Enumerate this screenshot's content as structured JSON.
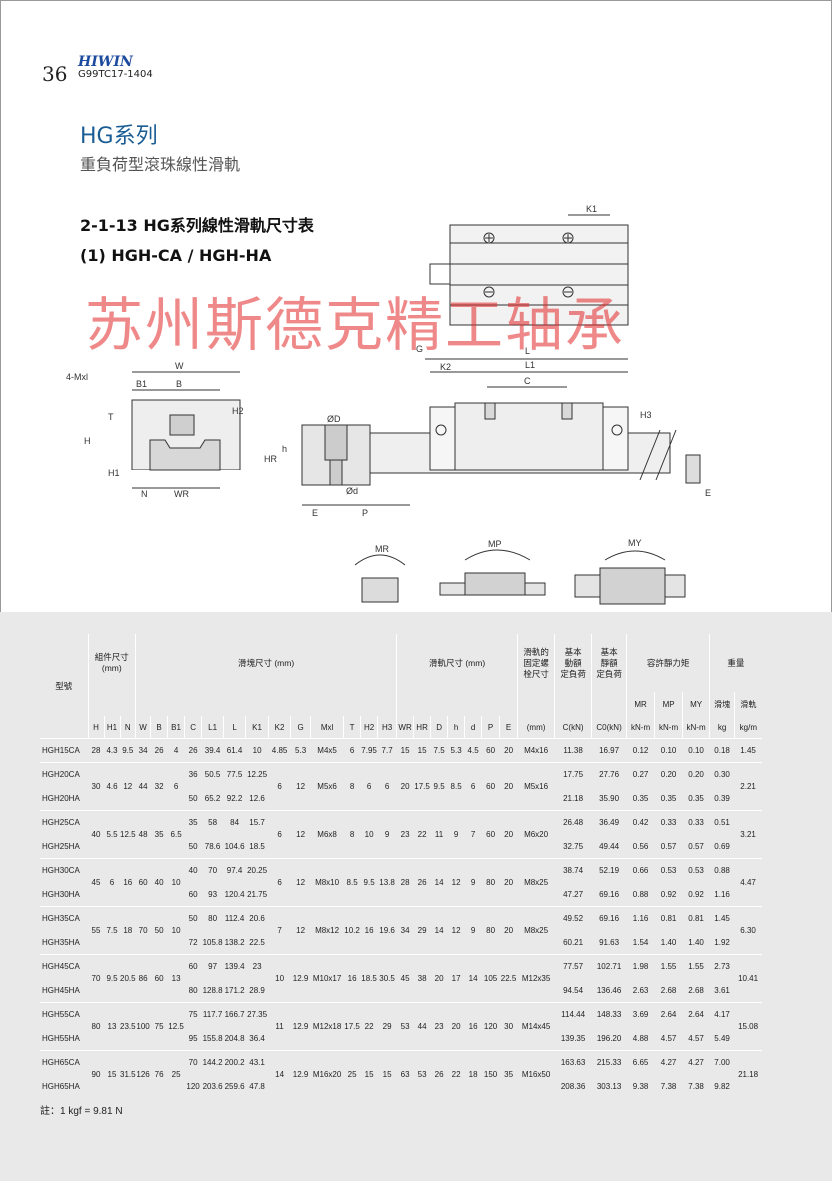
{
  "header": {
    "page_number": "36",
    "brand": "HIWIN",
    "catalog": "G99TC17-1404"
  },
  "title": {
    "series": "HG系列",
    "subtitle": "重負荷型滾珠線性滑軌"
  },
  "section": {
    "title": "2-1-13 HG系列線性滑軌尺寸表",
    "subtitle": "(1) HGH-CA / HGH-HA"
  },
  "watermark": "苏州斯德克精工轴承",
  "drawing_labels": {
    "front": {
      "mxl": "4-Mxl",
      "b1": "B1",
      "b": "B",
      "w": "W",
      "t": "T",
      "h2": "H2",
      "h": "H",
      "h1": "H1",
      "n": "N",
      "wr": "WR"
    },
    "side": {
      "g": "G",
      "k2": "K2",
      "l": "L",
      "l1": "L1",
      "c": "C",
      "h3": "H3",
      "k1": "K1",
      "e": "E"
    },
    "rail": {
      "od": "ØD",
      "h": "h",
      "hr": "HR",
      "d": "Ød",
      "e": "E",
      "p": "P"
    },
    "moments": {
      "mr": "MR",
      "mp": "MP",
      "my": "MY"
    }
  },
  "table": {
    "group_headers": {
      "model": "型號",
      "assembly": "組件尺寸\n(mm)",
      "block": "滑塊尺寸 (mm)",
      "rail": "滑軌尺寸 (mm)",
      "bolt": "滑軌的\n固定螺\n栓尺寸",
      "dynamic": "基本\n動額\n定負荷",
      "static": "基本\n靜額\n定負荷",
      "moment": "容許靜力矩",
      "weight": "重量"
    },
    "moment_sub": [
      "MR",
      "MP",
      "MY"
    ],
    "weight_sub": [
      "滑塊",
      "滑軌"
    ],
    "columns": [
      "H",
      "H1",
      "N",
      "W",
      "B",
      "B1",
      "C",
      "L1",
      "L",
      "K1",
      "K2",
      "G",
      "Mxl",
      "T",
      "H2",
      "H3",
      "WR",
      "HR",
      "D",
      "h",
      "d",
      "P",
      "E",
      "(mm)",
      "C(kN)",
      "C0(kN)",
      "kN-m",
      "kN-m",
      "kN-m",
      "kg",
      "kg/m"
    ],
    "groups": [
      {
        "rows": [
          {
            "model": "HGH15CA",
            "H": "28",
            "H1": "4.3",
            "N": "9.5",
            "W": "34",
            "B": "26",
            "B1": "4",
            "C": "26",
            "L1": "39.4",
            "L": "61.4",
            "K1": "10",
            "K2": "4.85",
            "G": "5.3",
            "Mxl": "M4x5",
            "T": "6",
            "H2": "7.95",
            "H3": "7.7",
            "WR": "15",
            "HR": "15",
            "D": "7.5",
            "h": "5.3",
            "d": "4.5",
            "P": "60",
            "E": "20",
            "bolt": "M4x16",
            "Cdyn": "11.38",
            "C0": "16.97",
            "MR": "0.12",
            "MP": "0.10",
            "MY": "0.10",
            "kg": "0.18",
            "kgm": "1.45"
          }
        ]
      },
      {
        "rows": [
          {
            "model": "HGH20CA",
            "H": "30",
            "H1": "4.6",
            "N": "12",
            "W": "44",
            "B": "32",
            "B1": "6",
            "C": "36",
            "L1": "50.5",
            "L": "77.5",
            "K1": "12.25",
            "K2": "6",
            "G": "12",
            "Mxl": "M5x6",
            "T": "8",
            "H2": "6",
            "H3": "6",
            "WR": "20",
            "HR": "17.5",
            "D": "9.5",
            "h": "8.5",
            "d": "6",
            "P": "60",
            "E": "20",
            "bolt": "M5x16",
            "Cdyn": "17.75",
            "C0": "27.76",
            "MR": "0.27",
            "MP": "0.20",
            "MY": "0.20",
            "kg": "0.30",
            "kgm": "2.21"
          },
          {
            "model": "HGH20HA",
            "C": "50",
            "L1": "65.2",
            "L": "92.2",
            "K1": "12.6",
            "Cdyn": "21.18",
            "C0": "35.90",
            "MR": "0.35",
            "MP": "0.35",
            "MY": "0.35",
            "kg": "0.39"
          }
        ]
      },
      {
        "rows": [
          {
            "model": "HGH25CA",
            "H": "40",
            "H1": "5.5",
            "N": "12.5",
            "W": "48",
            "B": "35",
            "B1": "6.5",
            "C": "35",
            "L1": "58",
            "L": "84",
            "K1": "15.7",
            "K2": "6",
            "G": "12",
            "Mxl": "M6x8",
            "T": "8",
            "H2": "10",
            "H3": "9",
            "WR": "23",
            "HR": "22",
            "D": "11",
            "h": "9",
            "d": "7",
            "P": "60",
            "E": "20",
            "bolt": "M6x20",
            "Cdyn": "26.48",
            "C0": "36.49",
            "MR": "0.42",
            "MP": "0.33",
            "MY": "0.33",
            "kg": "0.51",
            "kgm": "3.21"
          },
          {
            "model": "HGH25HA",
            "C": "50",
            "L1": "78.6",
            "L": "104.6",
            "K1": "18.5",
            "Cdyn": "32.75",
            "C0": "49.44",
            "MR": "0.56",
            "MP": "0.57",
            "MY": "0.57",
            "kg": "0.69"
          }
        ]
      },
      {
        "rows": [
          {
            "model": "HGH30CA",
            "H": "45",
            "H1": "6",
            "N": "16",
            "W": "60",
            "B": "40",
            "B1": "10",
            "C": "40",
            "L1": "70",
            "L": "97.4",
            "K1": "20.25",
            "K2": "6",
            "G": "12",
            "Mxl": "M8x10",
            "T": "8.5",
            "H2": "9.5",
            "H3": "13.8",
            "WR": "28",
            "HR": "26",
            "D": "14",
            "h": "12",
            "d": "9",
            "P": "80",
            "E": "20",
            "bolt": "M8x25",
            "Cdyn": "38.74",
            "C0": "52.19",
            "MR": "0.66",
            "MP": "0.53",
            "MY": "0.53",
            "kg": "0.88",
            "kgm": "4.47"
          },
          {
            "model": "HGH30HA",
            "C": "60",
            "L1": "93",
            "L": "120.4",
            "K1": "21.75",
            "Cdyn": "47.27",
            "C0": "69.16",
            "MR": "0.88",
            "MP": "0.92",
            "MY": "0.92",
            "kg": "1.16"
          }
        ]
      },
      {
        "rows": [
          {
            "model": "HGH35CA",
            "H": "55",
            "H1": "7.5",
            "N": "18",
            "W": "70",
            "B": "50",
            "B1": "10",
            "C": "50",
            "L1": "80",
            "L": "112.4",
            "K1": "20.6",
            "K2": "7",
            "G": "12",
            "Mxl": "M8x12",
            "T": "10.2",
            "H2": "16",
            "H3": "19.6",
            "WR": "34",
            "HR": "29",
            "D": "14",
            "h": "12",
            "d": "9",
            "P": "80",
            "E": "20",
            "bolt": "M8x25",
            "Cdyn": "49.52",
            "C0": "69.16",
            "MR": "1.16",
            "MP": "0.81",
            "MY": "0.81",
            "kg": "1.45",
            "kgm": "6.30"
          },
          {
            "model": "HGH35HA",
            "C": "72",
            "L1": "105.8",
            "L": "138.2",
            "K1": "22.5",
            "Cdyn": "60.21",
            "C0": "91.63",
            "MR": "1.54",
            "MP": "1.40",
            "MY": "1.40",
            "kg": "1.92"
          }
        ]
      },
      {
        "rows": [
          {
            "model": "HGH45CA",
            "H": "70",
            "H1": "9.5",
            "N": "20.5",
            "W": "86",
            "B": "60",
            "B1": "13",
            "C": "60",
            "L1": "97",
            "L": "139.4",
            "K1": "23",
            "K2": "10",
            "G": "12.9",
            "Mxl": "M10x17",
            "T": "16",
            "H2": "18.5",
            "H3": "30.5",
            "WR": "45",
            "HR": "38",
            "D": "20",
            "h": "17",
            "d": "14",
            "P": "105",
            "E": "22.5",
            "bolt": "M12x35",
            "Cdyn": "77.57",
            "C0": "102.71",
            "MR": "1.98",
            "MP": "1.55",
            "MY": "1.55",
            "kg": "2.73",
            "kgm": "10.41"
          },
          {
            "model": "HGH45HA",
            "C": "80",
            "L1": "128.8",
            "L": "171.2",
            "K1": "28.9",
            "Cdyn": "94.54",
            "C0": "136.46",
            "MR": "2.63",
            "MP": "2.68",
            "MY": "2.68",
            "kg": "3.61"
          }
        ]
      },
      {
        "rows": [
          {
            "model": "HGH55CA",
            "H": "80",
            "H1": "13",
            "N": "23.5",
            "W": "100",
            "B": "75",
            "B1": "12.5",
            "C": "75",
            "L1": "117.7",
            "L": "166.7",
            "K1": "27.35",
            "K2": "11",
            "G": "12.9",
            "Mxl": "M12x18",
            "T": "17.5",
            "H2": "22",
            "H3": "29",
            "WR": "53",
            "HR": "44",
            "D": "23",
            "h": "20",
            "d": "16",
            "P": "120",
            "E": "30",
            "bolt": "M14x45",
            "Cdyn": "114.44",
            "C0": "148.33",
            "MR": "3.69",
            "MP": "2.64",
            "MY": "2.64",
            "kg": "4.17",
            "kgm": "15.08"
          },
          {
            "model": "HGH55HA",
            "C": "95",
            "L1": "155.8",
            "L": "204.8",
            "K1": "36.4",
            "Cdyn": "139.35",
            "C0": "196.20",
            "MR": "4.88",
            "MP": "4.57",
            "MY": "4.57",
            "kg": "5.49"
          }
        ]
      },
      {
        "rows": [
          {
            "model": "HGH65CA",
            "H": "90",
            "H1": "15",
            "N": "31.5",
            "W": "126",
            "B": "76",
            "B1": "25",
            "C": "70",
            "L1": "144.2",
            "L": "200.2",
            "K1": "43.1",
            "K2": "14",
            "G": "12.9",
            "Mxl": "M16x20",
            "T": "25",
            "H2": "15",
            "H3": "15",
            "WR": "63",
            "HR": "53",
            "D": "26",
            "h": "22",
            "d": "18",
            "P": "150",
            "E": "35",
            "bolt": "M16x50",
            "Cdyn": "163.63",
            "C0": "215.33",
            "MR": "6.65",
            "MP": "4.27",
            "MY": "4.27",
            "kg": "7.00",
            "kgm": "21.18"
          },
          {
            "model": "HGH65HA",
            "C": "120",
            "L1": "203.6",
            "L": "259.6",
            "K1": "47.8",
            "Cdyn": "208.36",
            "C0": "303.13",
            "MR": "9.38",
            "MP": "7.38",
            "MY": "7.38",
            "kg": "9.82"
          }
        ]
      }
    ]
  },
  "note": "註：1 kgf = 9.81 N"
}
